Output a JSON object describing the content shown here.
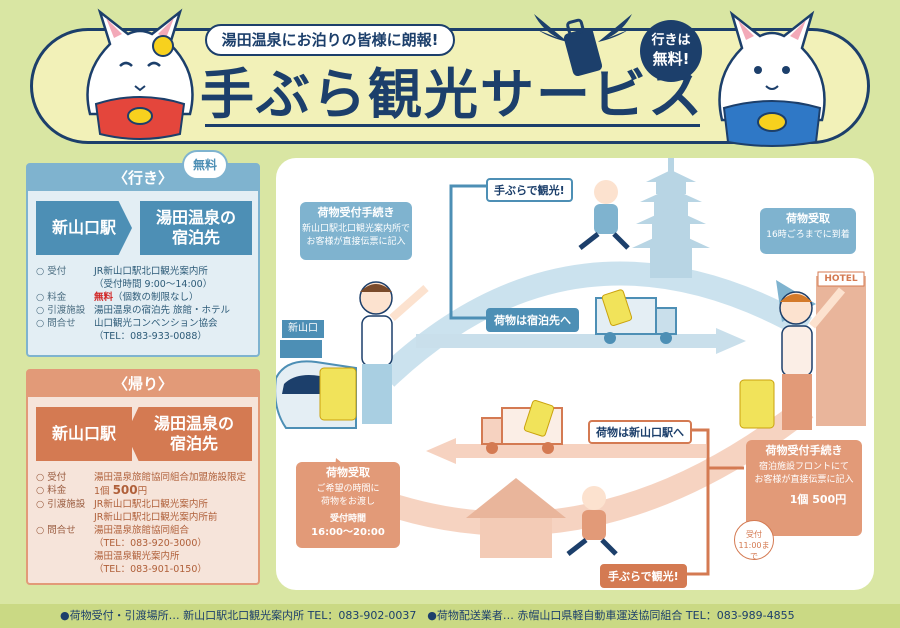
{
  "header": {
    "subtitle": "湯田温泉にお泊りの皆様に朗報!",
    "title": "手ぶら観光サービス",
    "badge_line1": "行きは",
    "badge_line2": "無料!"
  },
  "outbound": {
    "heading": "〈行き〉",
    "free_tag": "無料",
    "from": "新山口駅",
    "to_line1": "湯田温泉の",
    "to_line2": "宿泊先",
    "rows": [
      {
        "key": "○ 受付",
        "val": "JR新山口駅北口観光案内所"
      },
      {
        "key": "",
        "val": "（受付時間 9:00〜14:00）"
      },
      {
        "key": "○ 料金",
        "val_red": "無料",
        "val": "（個数の制限なし）"
      },
      {
        "key": "○ 引渡施設",
        "val": "湯田温泉の宿泊先 旅館・ホテル"
      },
      {
        "key": "○ 問合せ",
        "val": "山口観光コンベンション協会"
      },
      {
        "key": "",
        "val": "（TEL：083-933-0088）"
      }
    ]
  },
  "inbound": {
    "heading": "〈帰り〉",
    "from": "新山口駅",
    "to_line1": "湯田温泉の",
    "to_line2": "宿泊先",
    "rows": [
      {
        "key": "○ 受付",
        "val": "湯田温泉旅館協同組合加盟施設限定"
      },
      {
        "key": "○ 料金",
        "val_pre": "1個 ",
        "val_big": "500",
        "val": "円"
      },
      {
        "key": "○ 引渡施設",
        "val": "JR新山口駅北口観光案内所"
      },
      {
        "key": "",
        "val": "JR新山口駅北口観光案内所前"
      },
      {
        "key": "○ 問合せ",
        "val": "湯田温泉旅館協同組合"
      },
      {
        "key": "",
        "val": "（TEL：083-920-3000）"
      },
      {
        "key": "",
        "val": "湯田温泉観光案内所"
      },
      {
        "key": "",
        "val": "（TEL：083-901-0150）"
      }
    ]
  },
  "diagram": {
    "station_sign": "新山口",
    "hotel_sign": "HOTEL",
    "box_receive_out": {
      "title": "荷物受付手続き",
      "lines": [
        "新山口駅北口観光案内所で",
        "お客様が直接伝票に記入"
      ]
    },
    "box_pickup_hotel": {
      "title": "荷物受取",
      "lines": [
        "16時ごろまでに到着"
      ]
    },
    "box_receive_back": {
      "title": "荷物受付手続き",
      "lines": [
        "宿泊施設フロントにて",
        "お客様が直接伝票に記入"
      ],
      "price": "1個 500円"
    },
    "box_pickup_station": {
      "title": "荷物受取",
      "lines": [
        "ご希望の時間に",
        "荷物をお渡し"
      ],
      "time_label": "受付時間",
      "time": "16:00〜20:00"
    },
    "tag_sightsee_top": "手ぶらで観光!",
    "tag_to_hotel": "荷物は宿泊先へ",
    "tag_to_station": "荷物は新山口駅へ",
    "tag_sightsee_bottom": "手ぶらで観光!",
    "deadline_line1": "受付",
    "deadline_line2": "11:00まで"
  },
  "footer": {
    "text": "●荷物受付・引渡場所… 新山口駅北口観光案内所 TEL：083-902-0037　●荷物配送業者… 赤帽山口県軽自動車運送協同組合 TEL：083-989-4855"
  },
  "colors": {
    "navy": "#1c3f6b",
    "blue": "#7fb3cf",
    "orange": "#e29a78",
    "lime": "#d9e6a3"
  }
}
